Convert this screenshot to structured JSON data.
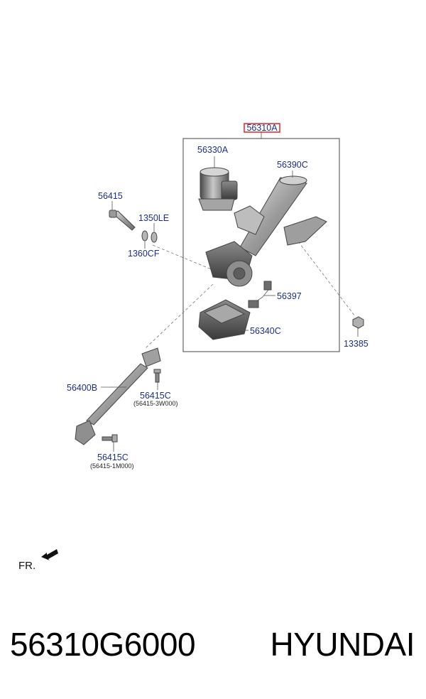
{
  "callouts": {
    "assembly": "56310A",
    "motor": "56330A",
    "column": "56390C",
    "bolt": "56415",
    "washer_a": "1350LE",
    "washer_b": "1360CF",
    "connector": "56397",
    "module": "56340C",
    "nut": "13385",
    "shaft": "56400B",
    "bolt_upper": "56415C",
    "bolt_upper_sub": "(56415-3W000)",
    "bolt_lower": "56415C",
    "bolt_lower_sub": "(56415-1M000)"
  },
  "front_marker": "FR.",
  "footer": {
    "part_number": "56310G6000",
    "brand": "HYUNDAI"
  },
  "colors": {
    "callout_text": "#1a2f8a",
    "highlight_box": "#e8302f"
  }
}
